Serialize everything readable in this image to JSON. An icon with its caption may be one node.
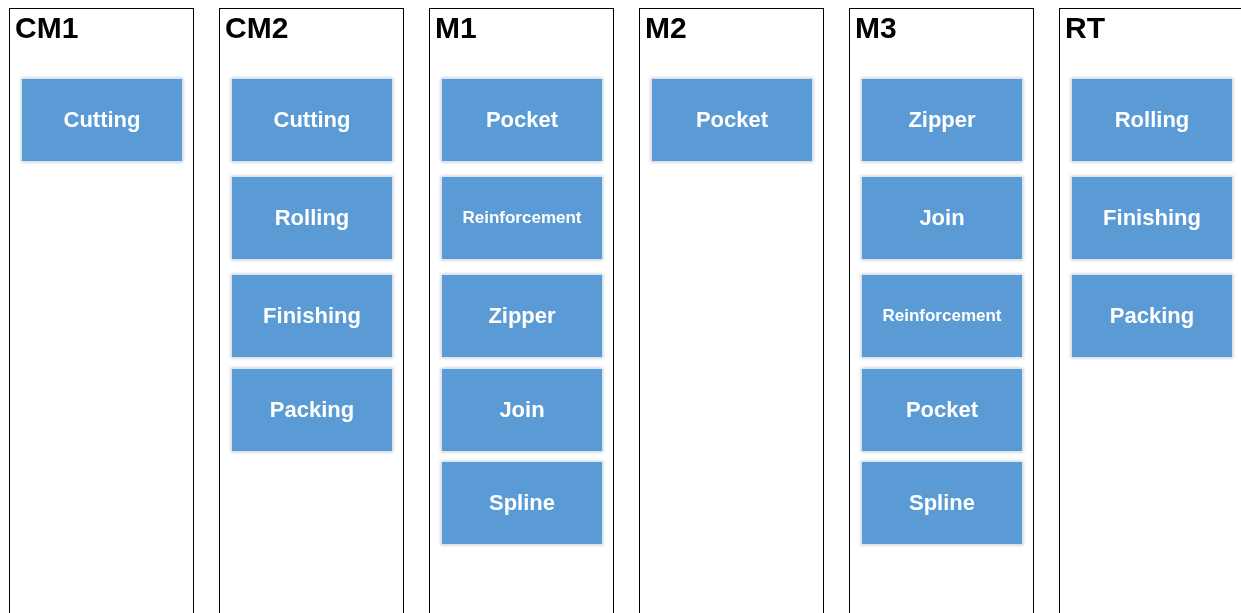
{
  "diagram": {
    "nodes": [
      {
        "text": [
          "CM1"
        ]
      },
      {
        "text": [
          "Cutting"
        ],
        "in": 0
      },
      {
        "text": [
          "CM2"
        ]
      },
      {
        "text": [
          "Cutting"
        ],
        "in": 2
      },
      {
        "text": [
          "Rolling"
        ],
        "in": 2
      },
      {
        "text": [
          "Finishing"
        ],
        "in": 2
      },
      {
        "text": [
          "Packing"
        ],
        "in": 2
      },
      {
        "text": [
          "M1"
        ]
      },
      {
        "text": [
          "Pocket"
        ],
        "in": 7
      },
      {
        "text": [
          "Reinforcement"
        ],
        "in": 7
      },
      {
        "text": [
          "Zipper"
        ],
        "in": 7
      },
      {
        "text": [
          "Join"
        ],
        "in": 7
      },
      {
        "text": [
          "Spline"
        ],
        "in": 7
      },
      {
        "text": [
          "M2"
        ]
      },
      {
        "text": [
          "Pocket"
        ],
        "in": 13
      },
      {
        "text": [
          "M3"
        ]
      },
      {
        "text": [
          "Zipper"
        ],
        "in": 15
      },
      {
        "text": [
          "Join"
        ],
        "in": 15
      },
      {
        "text": [
          "Reinforcement"
        ],
        "in": 15
      },
      {
        "text": [
          "Pocket"
        ],
        "in": 15
      },
      {
        "text": [
          "Spline"
        ],
        "in": 15
      },
      {
        "text": [
          "RT"
        ]
      },
      {
        "text": [
          "Rolling"
        ],
        "in": 21
      },
      {
        "text": [
          "Finishing"
        ],
        "in": 21
      },
      {
        "text": [
          "Packing"
        ],
        "in": 21
      }
    ]
  }
}
